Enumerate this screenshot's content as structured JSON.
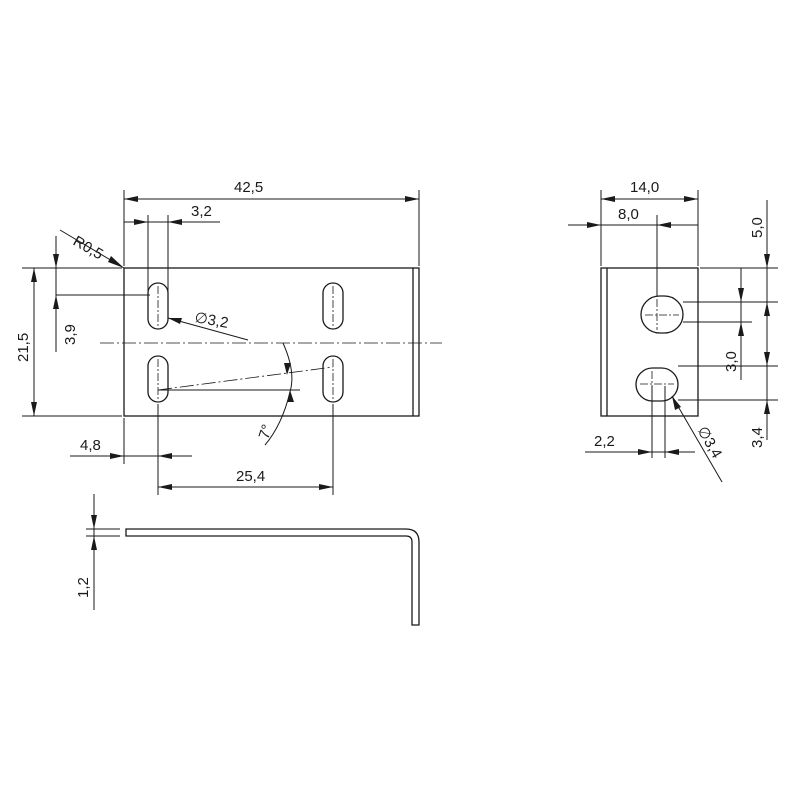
{
  "dimensions": {
    "front_width": "42,5",
    "slot_width": "3,2",
    "corner_radius": "R0,5",
    "front_height": "21,5",
    "slot_offset_v": "3,9",
    "hole_diameter": "∅3,2",
    "edge_offset": "4,8",
    "hole_spacing": "25,4",
    "angle": "7°",
    "side_width": "14,0",
    "side_offset": "8,0",
    "top_offset": "5,0",
    "slot_spacing_v": "3,0",
    "bottom_offset": "3,4",
    "side_slot_offset": "2,2",
    "side_hole_diameter": "∅3,4",
    "thickness": "1,2"
  }
}
